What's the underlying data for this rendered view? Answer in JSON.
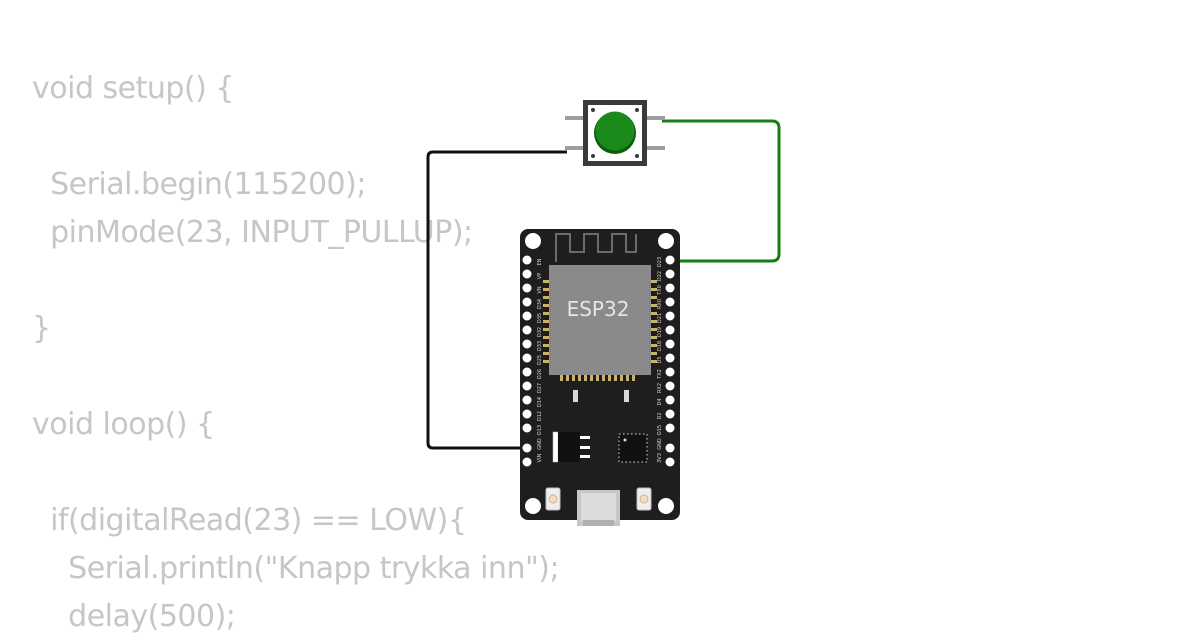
{
  "code": {
    "lines": [
      "void setup() {",
      "  Serial.begin(115200);",
      "  pinMode(23, INPUT_PULLUP);",
      "}",
      "void loop() {",
      "  if(digitalRead(23) == LOW){",
      "    Serial.println(\"Knapp trykka inn\");",
      "    delay(500);"
    ]
  },
  "board": {
    "name": "ESP32",
    "left_pins": [
      "EN",
      "VP",
      "VN",
      "D34",
      "D35",
      "D32",
      "D33",
      "D25",
      "D26",
      "D27",
      "D14",
      "D12",
      "D13",
      "GND",
      "VIN"
    ],
    "right_pins": [
      "D23",
      "D22",
      "TX0",
      "RX0",
      "D21",
      "D19",
      "D18",
      "D5",
      "TX2",
      "RX2",
      "D4",
      "D2",
      "D15",
      "GND",
      "3V3"
    ]
  },
  "button": {
    "color": "green"
  },
  "colors": {
    "board": "#1e1e1e",
    "chip": "#8a8a8a",
    "button_cap": "#1a8a1a",
    "wire_black": "#111111",
    "wire_green": "#177d17",
    "code_text": "#c6c6c6"
  }
}
